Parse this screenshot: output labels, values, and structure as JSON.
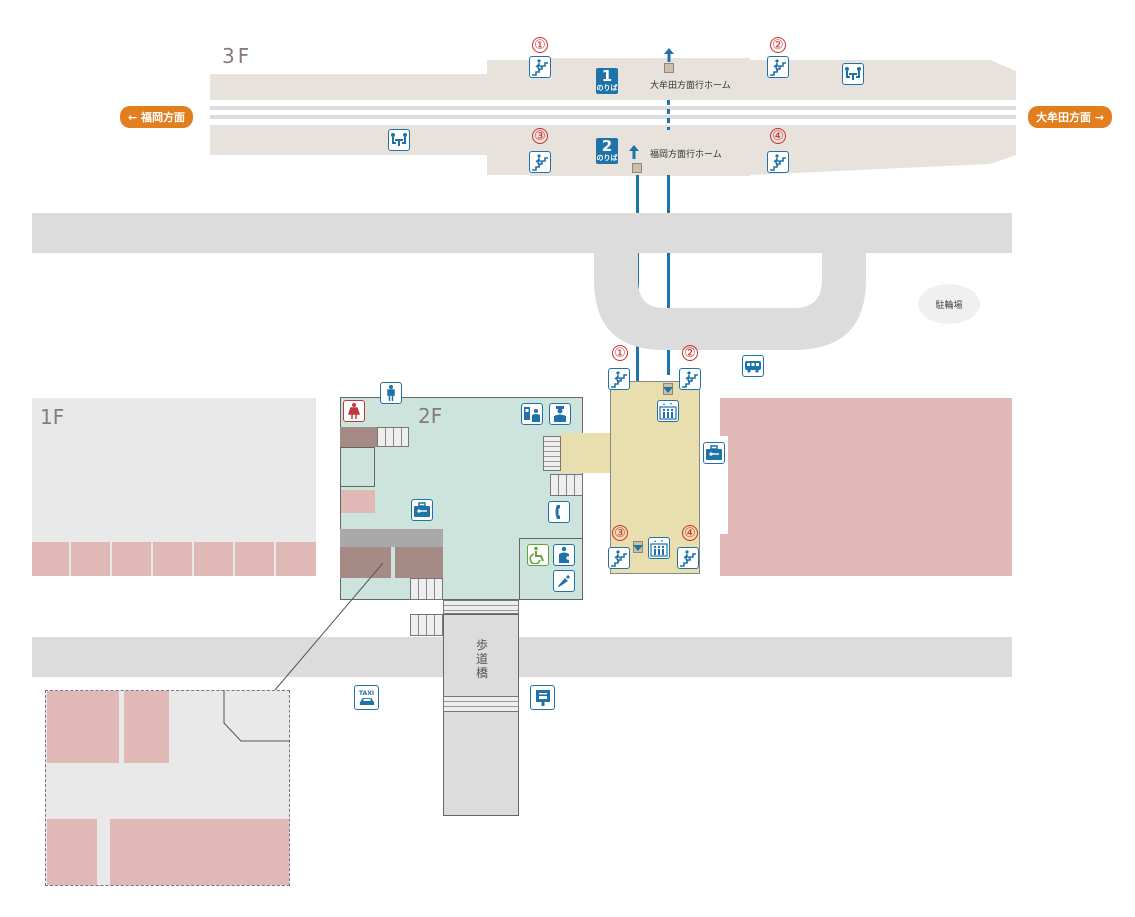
{
  "floors": {
    "f3": {
      "label": "3F"
    },
    "f2": {
      "label": "2F"
    },
    "f1": {
      "label": "1F"
    }
  },
  "directions": {
    "left": "← 福岡方面",
    "right": "大牟田方面 →"
  },
  "platforms": [
    {
      "number": "1",
      "sub": "のりば",
      "label": "大牟田方面行ホーム"
    },
    {
      "number": "2",
      "sub": "のりば",
      "label": "福岡方面行ホーム"
    }
  ],
  "exit_numbers": {
    "p3_1": "①",
    "p3_2": "②",
    "p3_3": "③",
    "p3_4": "④",
    "c2_1": "①",
    "c2_2": "②",
    "c2_3": "③",
    "c2_4": "④"
  },
  "places": {
    "bicycle_parking": "駐輪場",
    "pedestrian_bridge": "歩道橋"
  },
  "icons": {
    "taxi_text": "TAXI"
  },
  "colors": {
    "accent_orange": "#e17f1e",
    "icon_blue": "#1f73a8",
    "number_red": "#d22c2c",
    "platform": "#e7e3dc",
    "concourse": "#e9dfae",
    "hall_2f": "#cde4dd",
    "shop": "#e0b8b6",
    "road": "#dcdcdc"
  }
}
